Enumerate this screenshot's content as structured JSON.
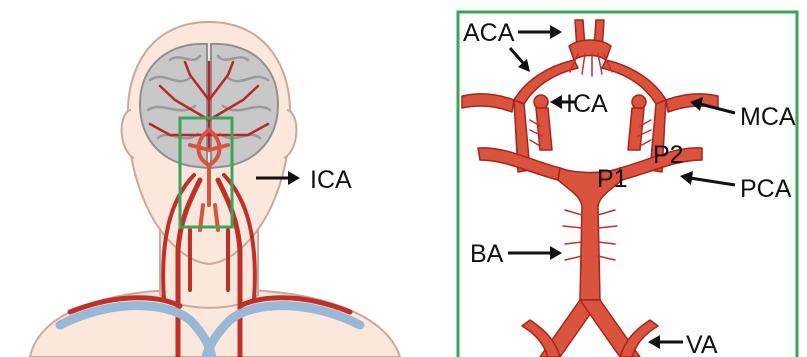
{
  "left_panel": {
    "label": "ICA"
  },
  "right_panel": {
    "labels": {
      "aca": "ACA",
      "ica": "ICA",
      "mca": "MCA",
      "p1": "P1",
      "p2": "P2",
      "pca": "PCA",
      "ba": "BA",
      "va": "VA"
    }
  },
  "colors": {
    "artery": "#d9533d",
    "artery_dark": "#a8231c",
    "vein": "#9ab7d6",
    "skin": "#fbe7dc",
    "skin_outline": "#c9a99a",
    "brain": "#c8c8c8",
    "highlight_box": "#3aa655"
  }
}
